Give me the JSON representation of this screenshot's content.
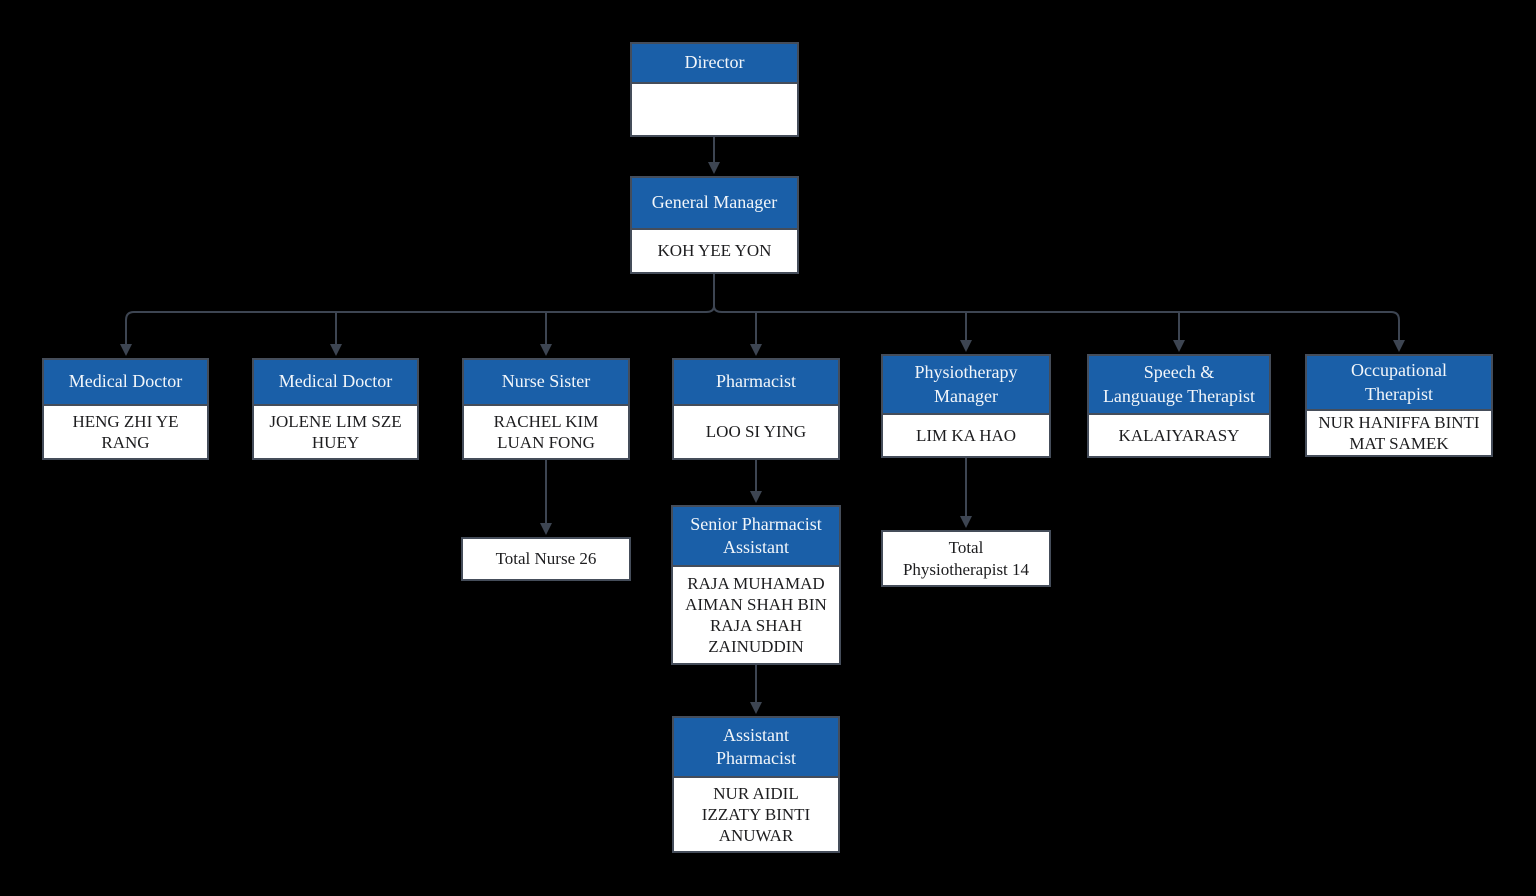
{
  "palette": {
    "background": "#000000",
    "node_header_bg": "#1a5fa8",
    "node_header_text": "#f2f6fa",
    "node_body_bg": "#ffffff",
    "node_body_text": "#1d1d1f",
    "node_border": "#454d5a",
    "connector": "#3d4552"
  },
  "org": {
    "director": {
      "title": "Director",
      "name": ""
    },
    "general_manager": {
      "title": "General Manager",
      "name": "KOH YEE YON"
    },
    "staff": [
      {
        "title": "Medical Doctor",
        "name": "HENG ZHI YE\nRANG"
      },
      {
        "title": "Medical Doctor",
        "name": "JOLENE LIM SZE\nHUEY"
      },
      {
        "title": "Nurse Sister",
        "name": "RACHEL KIM\nLUAN FONG"
      },
      {
        "title": "Pharmacist",
        "name": "LOO SI YING"
      },
      {
        "title": "Physiotherapy\nManager",
        "name": "LIM KA HAO"
      },
      {
        "title": "Speech &\nLanguauge Therapist",
        "name": "KALAIYARASY"
      },
      {
        "title": "Occupational\nTherapist",
        "name": "NUR HANIFFA BINTI\nMAT SAMEK"
      }
    ],
    "senior_pharmacist_assistant": {
      "title": "Senior Pharmacist\nAssistant",
      "name": "RAJA MUHAMAD\nAIMAN SHAH BIN\nRAJA SHAH\nZAINUDDIN"
    },
    "assistant_pharmacist": {
      "title": "Assistant\nPharmacist",
      "name": "NUR AIDIL\nIZZATY BINTI\nANUWAR"
    },
    "totals": {
      "nurse": "Total Nurse 26",
      "physiotherapist": "Total\nPhysiotherapist 14"
    }
  }
}
